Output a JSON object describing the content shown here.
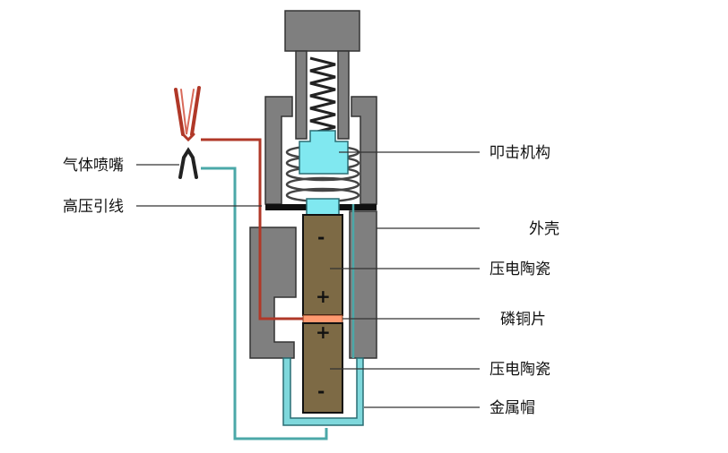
{
  "labels": {
    "gas_nozzle": "气体喷嘴",
    "hv_lead": "高压引线",
    "striker": "叩击机构",
    "shell": "外壳",
    "piezo_top": "压电陶瓷",
    "copper_sheet": "磷铜片",
    "piezo_bottom": "压电陶瓷",
    "metal_cap": "金属帽"
  },
  "polarity": {
    "top_plus": "+",
    "top_minus": "-",
    "bottom_plus": "+",
    "bottom_minus": "-"
  },
  "colors": {
    "shell_fill": "#7f7f7f",
    "ceramic_fill": "#7d6a45",
    "hammer_fill": "#80e8f0",
    "copper_fill": "#ff9a70",
    "hv_wire": "#b03828",
    "teal_wire": "#4ba8a8",
    "leader_line": "#333333"
  }
}
